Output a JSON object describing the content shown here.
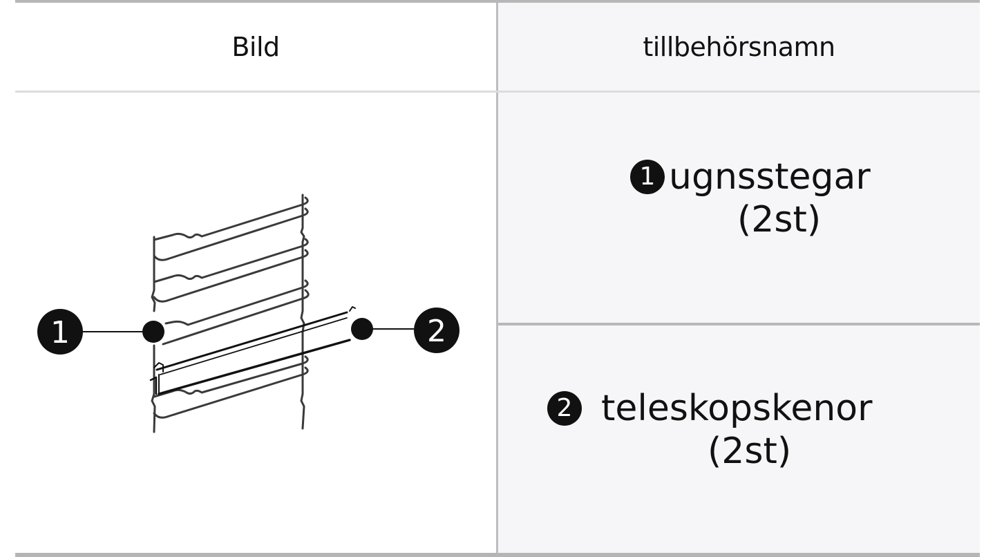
{
  "table": {
    "headers": {
      "image": "Bild",
      "accessory_name": "tillbehörsnamn"
    },
    "items": [
      {
        "number": "1",
        "name": "ugnsstegar",
        "quantity": "(2st)"
      },
      {
        "number": "2",
        "name": "teleskopskenor",
        "quantity": "(2st)"
      }
    ],
    "illustration": {
      "description": "oven-rack-with-telescopic-rail",
      "callouts": [
        "1",
        "2"
      ]
    }
  },
  "colors": {
    "left_bg": "#ffffff",
    "right_bg": "#f6f6f8",
    "border": "#b7b7b7",
    "text": "#111111",
    "badge": "#111111"
  }
}
